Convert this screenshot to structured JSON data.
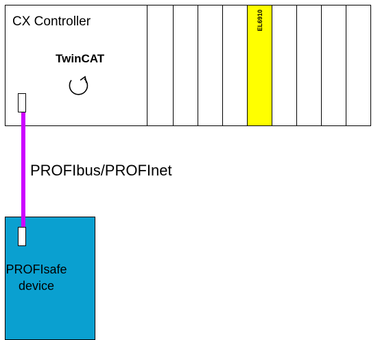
{
  "controller": {
    "title": "CX Controller",
    "runtime_label": "TwinCAT",
    "runtime_icon": "refresh-icon"
  },
  "terminals": [
    {
      "label": ""
    },
    {
      "label": ""
    },
    {
      "label": ""
    },
    {
      "label": ""
    },
    {
      "label": ""
    },
    {
      "label": "EL6910",
      "color": "#ffff00"
    },
    {
      "label": ""
    },
    {
      "label": ""
    },
    {
      "label": ""
    },
    {
      "label": ""
    }
  ],
  "connection": {
    "label": "PROFIbus/PROFInet",
    "color": "#cc00ff"
  },
  "device": {
    "name_line1": "PROFIsafe",
    "name_line2": "device",
    "color": "#0aa0d0"
  }
}
